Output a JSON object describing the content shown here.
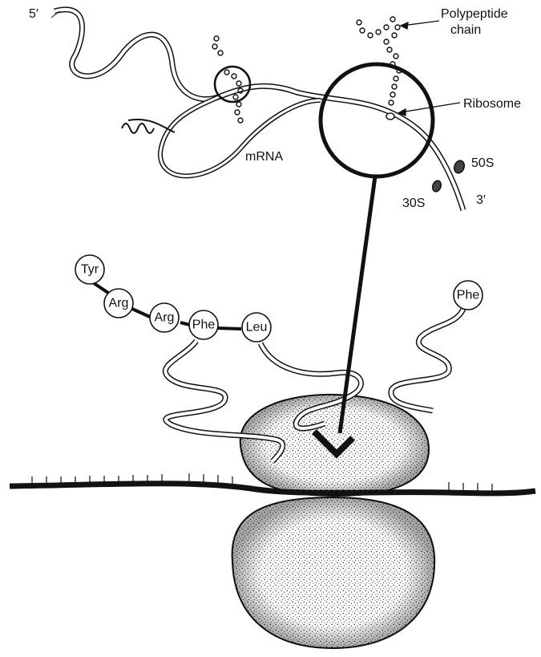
{
  "labels": {
    "five_prime": "5′",
    "three_prime": "3′",
    "polypeptide_line1": "Polypeptide",
    "polypeptide_line2": "chain",
    "ribosome": "Ribosome",
    "mrna": "mRNA",
    "subunit_large": "50S",
    "subunit_small": "30S"
  },
  "chain": [
    {
      "abbr": "Tyr"
    },
    {
      "abbr": "Arg"
    },
    {
      "abbr": "Arg"
    },
    {
      "abbr": "Phe"
    },
    {
      "abbr": "Leu"
    }
  ],
  "incoming_amino_acid": "Phe",
  "colors": {
    "line": "#111111",
    "background": "#ffffff",
    "stipple": "#222222"
  }
}
